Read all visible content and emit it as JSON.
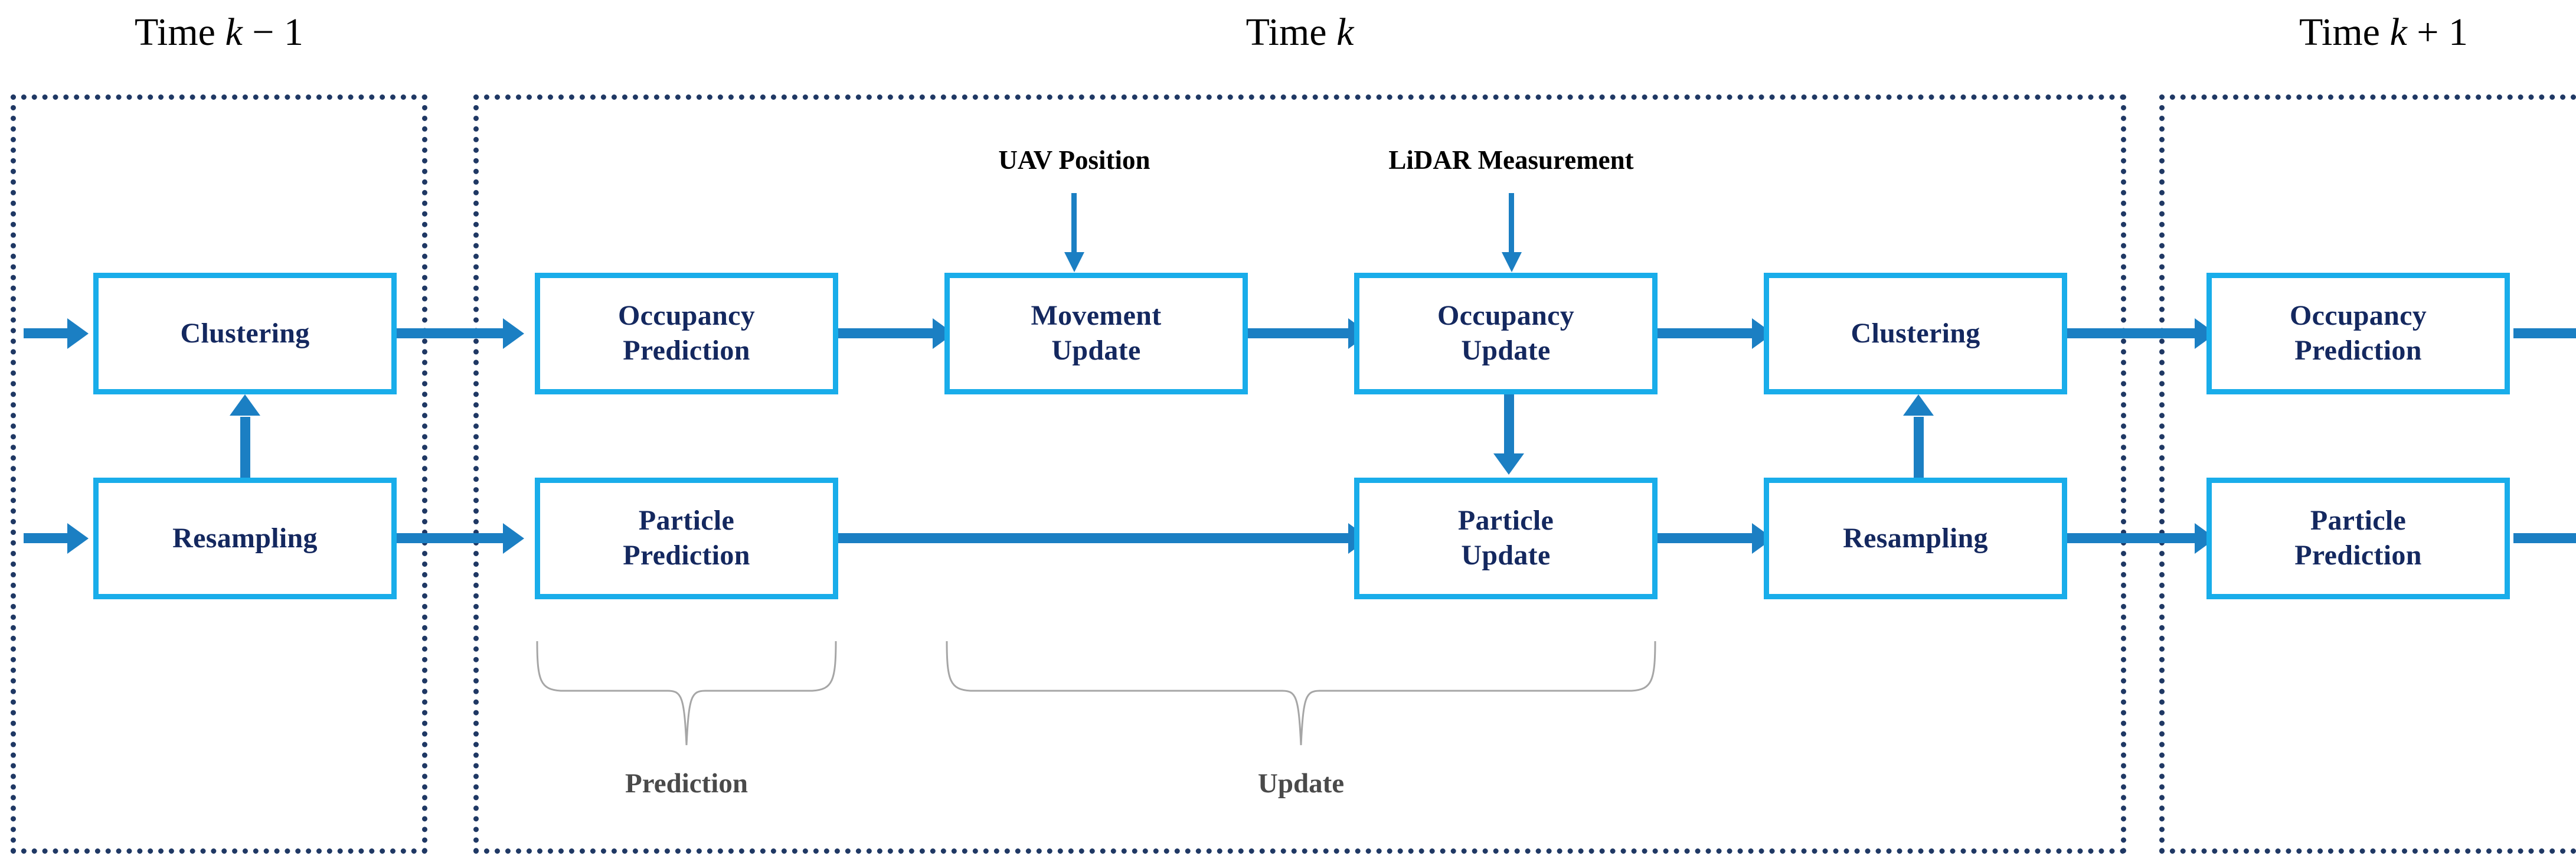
{
  "figure": {
    "title": "Occupancy grid / particle filter recursive estimation timeline",
    "colors": {
      "box_border": "#19ADEA",
      "box_fill": "#FFFFFF",
      "box_text": "#14285F",
      "arrow": "#1B7FC3",
      "panel_border": "#1F3864",
      "brace": "#A6A6A6",
      "stage_label_text": "#4A4A4A",
      "external_label_text": "#000000",
      "caption_text": "#000000",
      "background": "#FFFFFF"
    }
  },
  "phases": [
    {
      "id": "time-k-minus-1",
      "caption_prefix": "Time ",
      "caption_var": "k",
      "caption_suffix": " − 1",
      "caption_full": "Time k − 1"
    },
    {
      "id": "time-k",
      "caption_prefix": "Time ",
      "caption_var": "k",
      "caption_suffix": "",
      "caption_full": "Time k"
    },
    {
      "id": "time-k-plus-1",
      "caption_prefix": "Time ",
      "caption_var": "k",
      "caption_suffix": " + 1",
      "caption_full": "Time k + 1"
    }
  ],
  "blocks": {
    "clustering_prev": {
      "label": "Clustering",
      "phase": "time-k-minus-1",
      "row": "occupancy"
    },
    "resampling_prev": {
      "label": "Resampling",
      "phase": "time-k-minus-1",
      "row": "particle"
    },
    "occupancy_prediction_k": {
      "label": "Occupancy\nPrediction",
      "phase": "time-k",
      "row": "occupancy"
    },
    "particle_prediction_k": {
      "label": "Particle\nPrediction",
      "phase": "time-k",
      "row": "particle"
    },
    "movement_update_k": {
      "label": "Movement\nUpdate",
      "phase": "time-k",
      "row": "occupancy"
    },
    "occupancy_update_k": {
      "label": "Occupancy\nUpdate",
      "phase": "time-k",
      "row": "occupancy"
    },
    "particle_update_k": {
      "label": "Particle\nUpdate",
      "phase": "time-k",
      "row": "particle"
    },
    "clustering_k": {
      "label": "Clustering",
      "phase": "time-k",
      "row": "occupancy"
    },
    "resampling_k": {
      "label": "Resampling",
      "phase": "time-k",
      "row": "particle"
    },
    "occupancy_prediction_next": {
      "label": "Occupancy\nPrediction",
      "phase": "time-k-plus-1",
      "row": "occupancy"
    },
    "particle_prediction_next": {
      "label": "Particle\nPrediction",
      "phase": "time-k-plus-1",
      "row": "particle"
    }
  },
  "external_inputs": [
    {
      "id": "uav-position",
      "label": "UAV Position",
      "target": "movement_update_k"
    },
    {
      "id": "lidar-measurement",
      "label": "LiDAR Measurement",
      "target": "occupancy_update_k"
    }
  ],
  "stage_groups": [
    {
      "id": "prediction-group",
      "label": "Prediction",
      "covers": [
        "occupancy_prediction_k",
        "particle_prediction_k"
      ]
    },
    {
      "id": "update-group",
      "label": "Update",
      "covers": [
        "movement_update_k",
        "occupancy_update_k",
        "particle_update_k"
      ]
    }
  ]
}
